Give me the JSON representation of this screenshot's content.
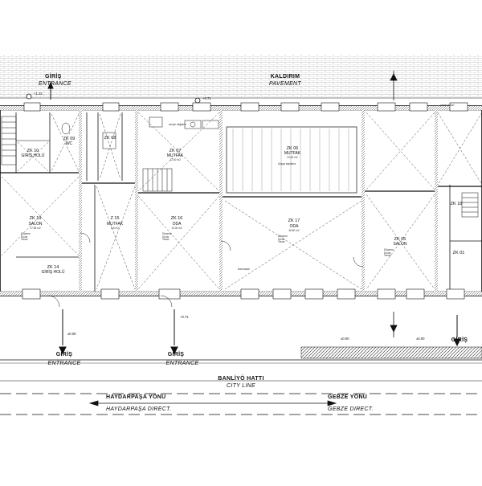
{
  "labels": {
    "giris": "GİRİŞ",
    "entrance": "ENTRANCE",
    "kaldirim": "KALDIRIM",
    "pavement": "PAVEMENT",
    "banliyo": "BANLİYÖ HATTI",
    "city_line": "CITY LINE",
    "haydarpasa_tr": "HAYDARPAŞA YÖNÜ",
    "haydarpasa_en": "HAYDARPAŞA DIRECT.",
    "gebze_tr": "GEBZE YÖNÜ",
    "gebze_en": "GEBZE DIRECT."
  },
  "rooms": [
    {
      "id": "ZK 10",
      "name": "GİRİŞ HOLÜ",
      "area": ""
    },
    {
      "id": "ZK 09",
      "name": "WC",
      "area": ""
    },
    {
      "id": "ZK 08",
      "name": "",
      "area": ""
    },
    {
      "id": "ZK 07",
      "name": "MUTFAK",
      "area": "22.40 m2"
    },
    {
      "id": "ZK 06",
      "name": "MUTFAK",
      "area": "23.90 m2"
    },
    {
      "id": "ZK 05",
      "name": "SALON",
      "area": ""
    },
    {
      "id": "ZK 13",
      "name": "SALON",
      "area": "17.58 m2"
    },
    {
      "id": "Z 15",
      "name": "MUTFAK",
      "area": "6.8 m2"
    },
    {
      "id": "ZK 16",
      "name": "ODA",
      "area": "15.30 m2"
    },
    {
      "id": "ZK 17",
      "name": "ODA",
      "area": "38.80 m2"
    },
    {
      "id": "ZK 14",
      "name": "GİRİŞ HOLÜ",
      "area": ""
    },
    {
      "id": "ZK 01",
      "name": "",
      "area": ""
    },
    {
      "id": "ZK 18",
      "name": "",
      "area": ""
    }
  ],
  "materials": {
    "floor": "Döşeme",
    "wall": "Duvar",
    "ceiling": "Tavan",
    "floor_val": "Ahşap kaplama"
  },
  "elevations": {
    "e1": "+1.22",
    "e2": "+0.71",
    "e3": "±0.00",
    "e4": "±0.00",
    "e5": "±0.00",
    "e6": "+0.71"
  },
  "notes": {
    "mutfak_note": "seviye değişimi",
    "wall_note": "korunacak",
    "line_note": "çevre duvarı"
  },
  "colors": {
    "line": "#111111",
    "hatch": "#9a9a9a",
    "rail": "#1a1a1a"
  }
}
